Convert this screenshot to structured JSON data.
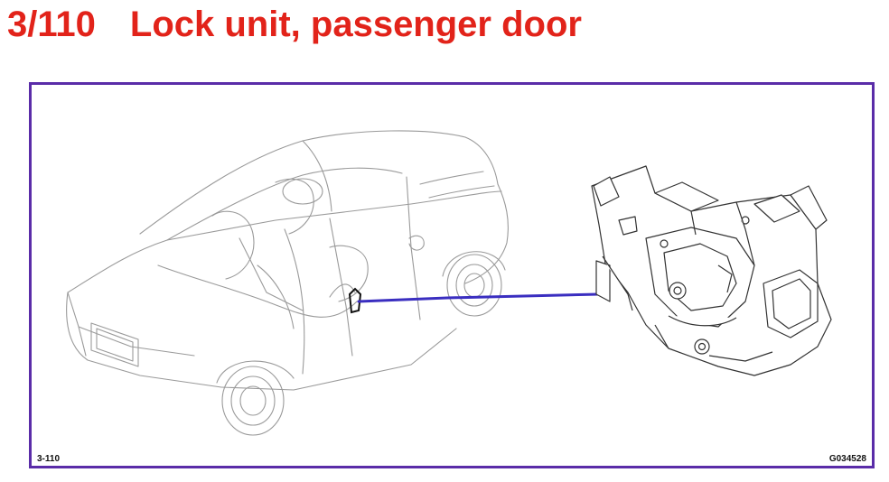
{
  "header": {
    "number": "3/110",
    "title": "Lock unit, passenger door"
  },
  "diagram": {
    "figure_code_left": "3-110",
    "figure_code_right": "G034528",
    "colors": {
      "title": "#e2231a",
      "frame": "#5a2ca8",
      "leader_line": "#3a2ec0",
      "line_art": "#9a9a9a",
      "part_outline": "#333333"
    },
    "icons": [
      "car-line-drawing-icon",
      "lock-unit-icon"
    ]
  }
}
